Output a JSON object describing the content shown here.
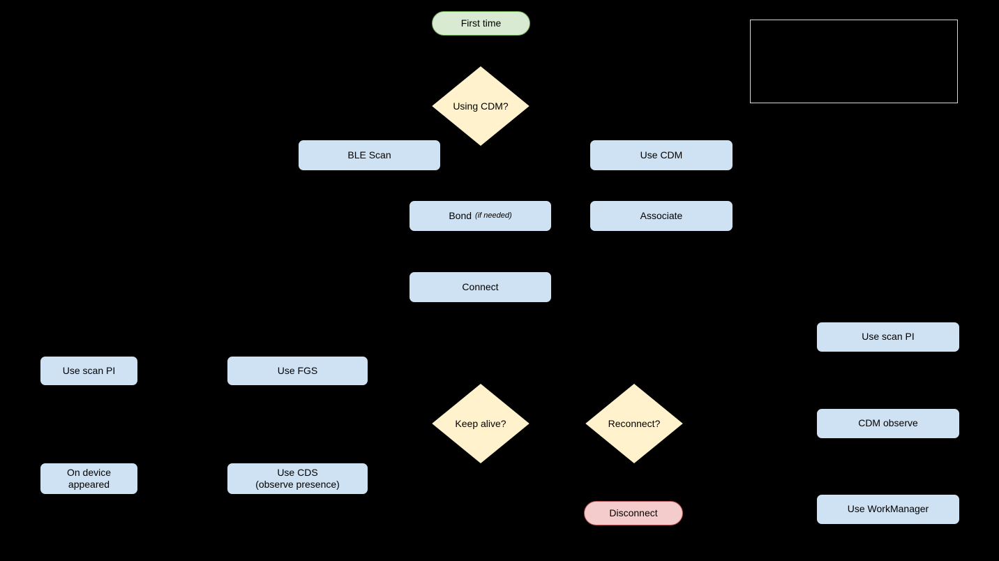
{
  "colors": {
    "background": "#000000",
    "process_fill": "#cfe2f3",
    "decision_fill": "#fff2cc",
    "start_fill": "#d9ead3",
    "start_border": "#6aa84f",
    "end_fill": "#f4cccc",
    "end_border": "#b85450",
    "node_border": "#000000",
    "legend_border": "#d9d9d9",
    "text": "#000000"
  },
  "nodes": {
    "start": {
      "label": "First time"
    },
    "using_cdm": {
      "label": "Using CDM?"
    },
    "ble_scan": {
      "label": "BLE Scan"
    },
    "use_cdm": {
      "label": "Use CDM"
    },
    "bond": {
      "label": "Bond",
      "note": "(if needed)"
    },
    "associate": {
      "label": "Associate"
    },
    "connect": {
      "label": "Connect"
    },
    "use_scan_pi_left": {
      "label": "Use scan PI"
    },
    "use_fgs": {
      "label": "Use FGS"
    },
    "keep_alive": {
      "label": "Keep alive?"
    },
    "reconnect": {
      "label": "Reconnect?"
    },
    "use_scan_pi_right": {
      "label": "Use scan PI"
    },
    "cdm_observe": {
      "label": "CDM observe"
    },
    "on_device_appeared": {
      "line1": "On device",
      "line2": "appeared"
    },
    "use_cds": {
      "line1": "Use CDS",
      "line2": "(observe presence)"
    },
    "disconnect": {
      "label": "Disconnect"
    },
    "use_workmanager": {
      "label": "Use WorkManager"
    }
  }
}
